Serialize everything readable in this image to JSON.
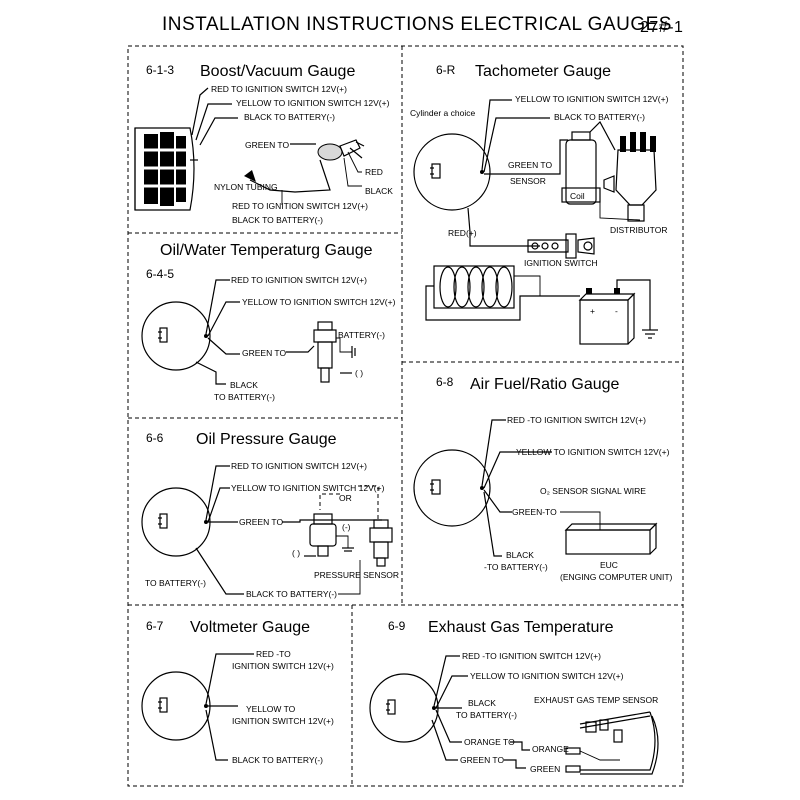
{
  "page": {
    "title": "INSTALLATION INSTRUCTIONS ELECTRICAL GAUGES",
    "page_code": "27#-1"
  },
  "boost": {
    "code": "6-1-3",
    "title": "Boost/Vacuum Gauge",
    "red": "RED   TO IGNITION SWITCH 12V(+)",
    "yellow": "YELLOW   TO IGNITION SWITCH 12V(+)",
    "black": "BLACK  TO BATTERY(-)",
    "green": "GREEN TO",
    "red_short": "RED",
    "black_short": "BLACK",
    "nylon": "NYLON TUBING",
    "red2": "RED   TO IGNITION SWITCH 12V(+)",
    "black2": "BLACK  TO BATTERY(-)"
  },
  "tacho": {
    "code": "6-R",
    "title": "Tachometer Gauge",
    "cylinder": "Cylinder a choice",
    "yellow": "YELLOW   TO IGNITION SWITCH 12V(+)",
    "black": "BLACK  TO BATTERY(-)",
    "green": "GREEN TO",
    "sensor": "SENSOR",
    "coil": "Coil",
    "distributor": "DISTRIBUTOR",
    "red": "RED(+)",
    "ignition": "IGNITION SWITCH"
  },
  "oilwater": {
    "code": "6-4-5",
    "title": "Oil/Water Temperaturg Gauge",
    "red": "RED TO IGNITION SWITCH 12V(+)",
    "yellow": "YELLOW   TO IGNITION SWITCH 12V(+)",
    "battery": "BATTERY(-)",
    "green": "GREEN TO",
    "black": "BLACK",
    "black2": "TO BATTERY(-)"
  },
  "airfuel": {
    "code": "6-8",
    "title": "Air Fuel/Ratio Gauge",
    "red": "RED -TO IGNITION SWITCH 12V(+)",
    "yellow": "YELLOW   TO IGNITION SWITCH 12V(+)",
    "o2": "O₂ SENSOR SIGNAL WIRE",
    "green": "GREEN-TO",
    "black": "BLACK",
    "black2": "-TO BATTERY(-)",
    "euc": "EUC",
    "euc2": "(ENGING COMPUTER UNIT)"
  },
  "oilpress": {
    "code": "6-6",
    "title": "Oil Pressure Gauge",
    "red": "RED TO IGNITION SWITCH 12V(+)",
    "yellow": "YELLOW TO IGNITION SWITCH 12V(+)",
    "or": "OR",
    "green": "GREEN TO",
    "minus": "(-)",
    "to_battery": "TO BATTERY(-)",
    "pressure": "PRESSURE SENSOR",
    "black": "BLACK TO BATTERY(-)"
  },
  "volt": {
    "code": "6-7",
    "title": "Voltmeter Gauge",
    "red": "RED -TO",
    "red2": "IGNITION SWITCH 12V(+)",
    "yellow": "YELLOW   TO",
    "yellow2": "IGNITION SWITCH 12V(+)",
    "black": "BLACK  TO BATTERY(-)"
  },
  "egt": {
    "code": "6-9",
    "title": "Exhaust Gas Temperature",
    "red": "RED -TO IGNITION SWITCH 12V(+)",
    "yellow": "YELLOW   TO IGNITION SWITCH 12V(+)",
    "black": "BLACK",
    "black2": "TO BATTERY(-)",
    "sensor": "EXHAUST GAS TEMP SENSOR",
    "orange": "ORANGE TO",
    "orange2": "ORANGE",
    "green": "GREEN TO",
    "green2": "GREEN"
  }
}
